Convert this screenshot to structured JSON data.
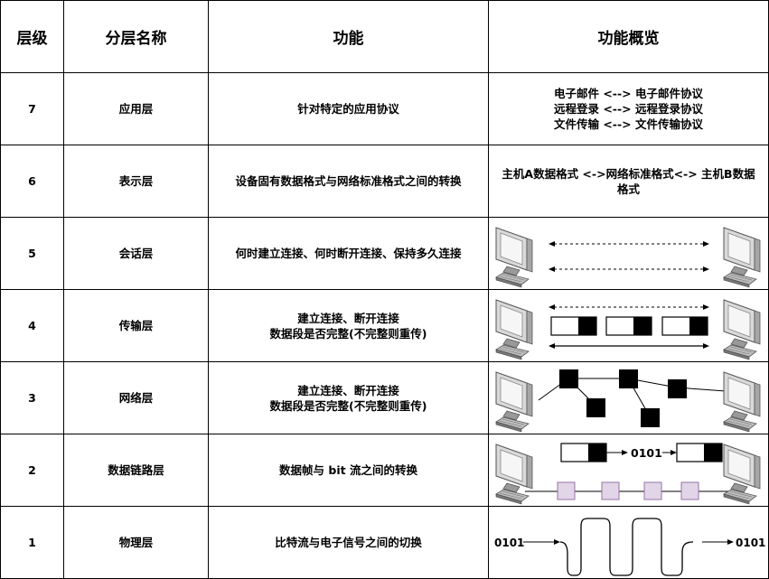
{
  "headers": [
    "层级",
    "分层名称",
    "功能",
    "功能概览"
  ],
  "rows": [
    {
      "level": "7",
      "name": "应用层",
      "func": [
        "针对特定的应用协议"
      ],
      "overview": [
        "电子邮件 <--> 电子邮件协议",
        "远程登录 <--> 远程登录协议",
        "文件传输 <--> 文件传输协议"
      ]
    },
    {
      "level": "6",
      "name": "表示层",
      "func": [
        "设备固有数据格式与网络标准格式之间的转换"
      ],
      "overview": [
        "主机A数据格式 <->网络标准格式<-> 主机B数据",
        "格式"
      ]
    },
    {
      "level": "5",
      "name": "会话层",
      "func": [
        "何时建立连接、何时断开连接、保持多久连接"
      ]
    },
    {
      "level": "4",
      "name": "传输层",
      "func": [
        "建立连接、断开连接",
        "数据段是否完整(不完整则重传)"
      ]
    },
    {
      "level": "3",
      "name": "网络层",
      "func": [
        "建立连接、断开连接",
        "数据段是否完整(不完整则重传)"
      ]
    },
    {
      "level": "2",
      "name": "数据链路层",
      "func": [
        "数据帧与 bit 流之间的转换"
      ],
      "diagram_label": "0101"
    },
    {
      "level": "1",
      "name": "物理层",
      "func": [
        "比特流与电子信号之间的切换"
      ],
      "diagram_in": "0101",
      "diagram_out": "0101"
    }
  ],
  "colors": {
    "frame_fill": "#e1d5e7",
    "frame_stroke": "#9673a6"
  }
}
